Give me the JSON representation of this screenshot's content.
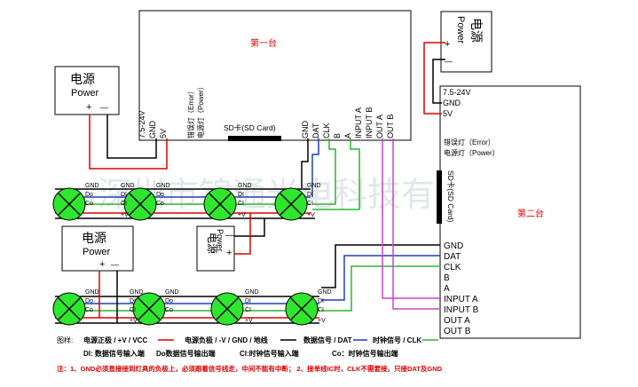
{
  "controller1": {
    "title": "第一台",
    "pins_left": [
      "7.5-24V",
      "GND",
      "5V"
    ],
    "led_error": "错误灯（Error）",
    "led_power": "电源灯（Power）",
    "sd": "SD卡(SD Card)",
    "pins_right": [
      "GND",
      "DAT",
      "CLK",
      "B",
      "A",
      "INPUT A",
      "INPUT B",
      "OUT A",
      "OUT B"
    ]
  },
  "controller2": {
    "title": "第二台",
    "pins_top": [
      "7.5-24V",
      "GND",
      "5V"
    ],
    "led_error": "错误灯（Error）",
    "led_power": "电源灯（Power）",
    "sd": "SD卡(SD Card)",
    "pins_left": [
      "GND",
      "DAT",
      "CLK",
      "B",
      "A",
      "INPUT A",
      "INPUT B",
      "OUT  A",
      "OUT  B"
    ]
  },
  "power_supplies": [
    {
      "cn": "电源",
      "en": "Power",
      "plus": "+",
      "minus": "—"
    },
    {
      "cn": "电源",
      "en": "Power",
      "plus": "+",
      "minus": "—"
    },
    {
      "cn": "电源",
      "en": "Power",
      "plus": "+",
      "minus": "—"
    },
    {
      "cn": "电源",
      "en": "Power",
      "plus": "+",
      "minus": "—"
    }
  ],
  "led": {
    "gnd": "GND",
    "di": "DI",
    "do": "Do",
    "ci": "CI",
    "co": "Co",
    "vplus": "+V"
  },
  "watermark": "深圳市锦通光电科技有限公司",
  "legend": {
    "label": "图样:",
    "vcc": "电源正极 / +V / VCC",
    "gnd": "电源负极 / -V / GND / 地线",
    "dat": "数据信号 / DAT",
    "clk": "时钟信号 / CLK",
    "di": "DI:  数据信号输入端",
    "do": "Do数据信号输出端",
    "ci": "CI:时钟信号输入端",
    "co": "Co：时钟信号输出端"
  },
  "note": "注：1、GND必须直接接到灯具的负极上，必须跟着信号线走，中间不能有中断；  2、接单线IC时，CLK不需要接，只接DAT及GND",
  "colors": {
    "vcc": "#e00000",
    "gnd": "#000000",
    "dat": "#1f3fbf",
    "clk": "#2db52d",
    "out": "#cc44cc",
    "led": "#2ee62e"
  }
}
